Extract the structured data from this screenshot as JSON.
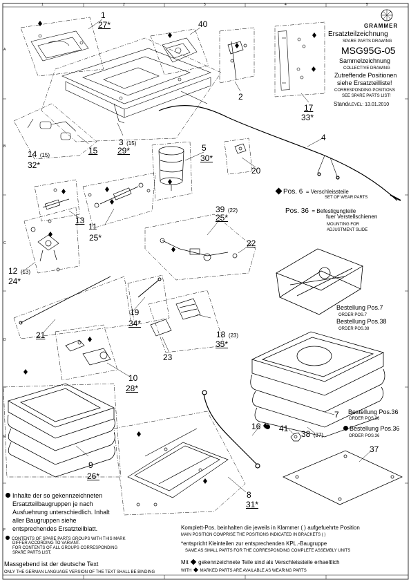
{
  "frame": {
    "cols": [
      "1",
      "2",
      "3",
      "4",
      "5"
    ],
    "rows": [
      "A",
      "B",
      "C",
      "D",
      "E",
      "F"
    ]
  },
  "titleblock": {
    "logo_text": "GRAMMER",
    "title_de": "Ersatzteilzeichnung",
    "title_en": "SPARE PARTS DRAWING",
    "model": "MSG95G-05",
    "sub_de": "Sammelzeichnung",
    "sub_en": "COLLECTIVE DRAWING",
    "note_de_1": "Zutreffende Positionen",
    "note_de_2": "siehe Ersatzteilliste!",
    "note_en_1": "CORRESPONDING POSITIONS",
    "note_en_2": "SEE SPARE PARTS LIST!",
    "stand_label": "Stand",
    "stand_sep": "/LEVEL:",
    "stand_date": "13.01.2010"
  },
  "callouts": {
    "p1": "1",
    "p1s": "27*",
    "p40": "40",
    "p2": "2",
    "p17": "17",
    "p17s": "33*",
    "p3": "3",
    "p3b": "(15)",
    "p3s": "29*",
    "p4": "4",
    "p5": "5",
    "p5s": "30*",
    "p14": "14",
    "p14b": "(15)",
    "p14s": "32*",
    "p15": "15",
    "p20": "20",
    "p13": "13",
    "p11": "11",
    "p11s": "25*",
    "p39": "39",
    "p39b": "(22)",
    "p39s": "25*",
    "p22": "22",
    "p12": "12",
    "p12b": "(13)",
    "p12s": "24*",
    "p19": "19",
    "p19s": "34*",
    "p21": "21",
    "p18": "18",
    "p18b": "(23)",
    "p18s": "35*",
    "p23": "23",
    "p10": "10",
    "p10s": "28*",
    "p16": "16",
    "p41": "41",
    "p7": "7",
    "p38": "38",
    "p38b": "(37)",
    "p9": "9",
    "p9s": "26*",
    "p37": "37",
    "p8": "8",
    "p8s": "31*"
  },
  "wear": {
    "pos6_label": "Pos. 6",
    "pos6_de": "= Verschleissteile",
    "pos6_en": "SET OF WEAR PARTS",
    "pos36_label": "Pos. 36",
    "pos36_de": "= Befestigungteile",
    "pos36_de2": "fuer Verstellschienen",
    "pos36_en1": "MOUNTING FOR",
    "pos36_en2": "ADJUSTMENT SLIDE"
  },
  "orders": {
    "o7_de": "Bestellung Pos.7",
    "o7_en": "ORDER POS.7",
    "o38_de": "Bestellung Pos.38",
    "o38_en": "ORDER POS.38",
    "r7_de": "Bestellung Pos.36",
    "r7_en": "ORDER POS.36",
    "r38_de": "Bestellung Pos.36",
    "r38_en": "ORDER POS.36"
  },
  "notes": {
    "left_de_1": "Inhalte der so gekennzeichneten",
    "left_de_2": "Ersatzteilbaugruppen je nach",
    "left_de_3": "Ausfuehrung unterschiedlich. Inhalt",
    "left_de_4": "aller Baugruppen siehe",
    "left_de_5": "entsprechendes Ersatzteilblatt.",
    "left_en_1": "CONTENTS OF SPARE PARTS GROUPS WITH THIS MARK",
    "left_en_2": "DIFFER ACCORDING TO VARIANT.",
    "left_en_3": "FOR CONTENTS OF ALL GROUPS CORRESPONDING",
    "left_en_4": "SPARE PARTS LIST.",
    "lang_de": "Massgebend ist der deutsche Text",
    "lang_en": "ONLY THE GERMAN LANGUAGE VERSION OF THE TEXT SHALL BE BINDING",
    "komplett_de": "Komplett-Pos. beinhalten die jeweils in Klammer ( ) aufgefuehrte Position",
    "komplett_en": "MAIN POSITION COMPRISE THE POSITIONS INDICATED IN BRACKETS ( )",
    "star_de": "*entspricht Kleinteilen zur entsprechenden KPL.-Baugruppe",
    "star_en": "SAME AS SMALL PARTS FOR THE CORRESPONDING COMPLETE ASSEMBLY UNITS",
    "mit_de_1": "Mit",
    "mit_de_2": "gekennzeichnete Teile sind als Verschleissteile erhaeltlich",
    "mit_en_1": "WITH",
    "mit_en_2": "MARKED PARTS ARE AVAILABLE AS WEARING PARTS"
  }
}
